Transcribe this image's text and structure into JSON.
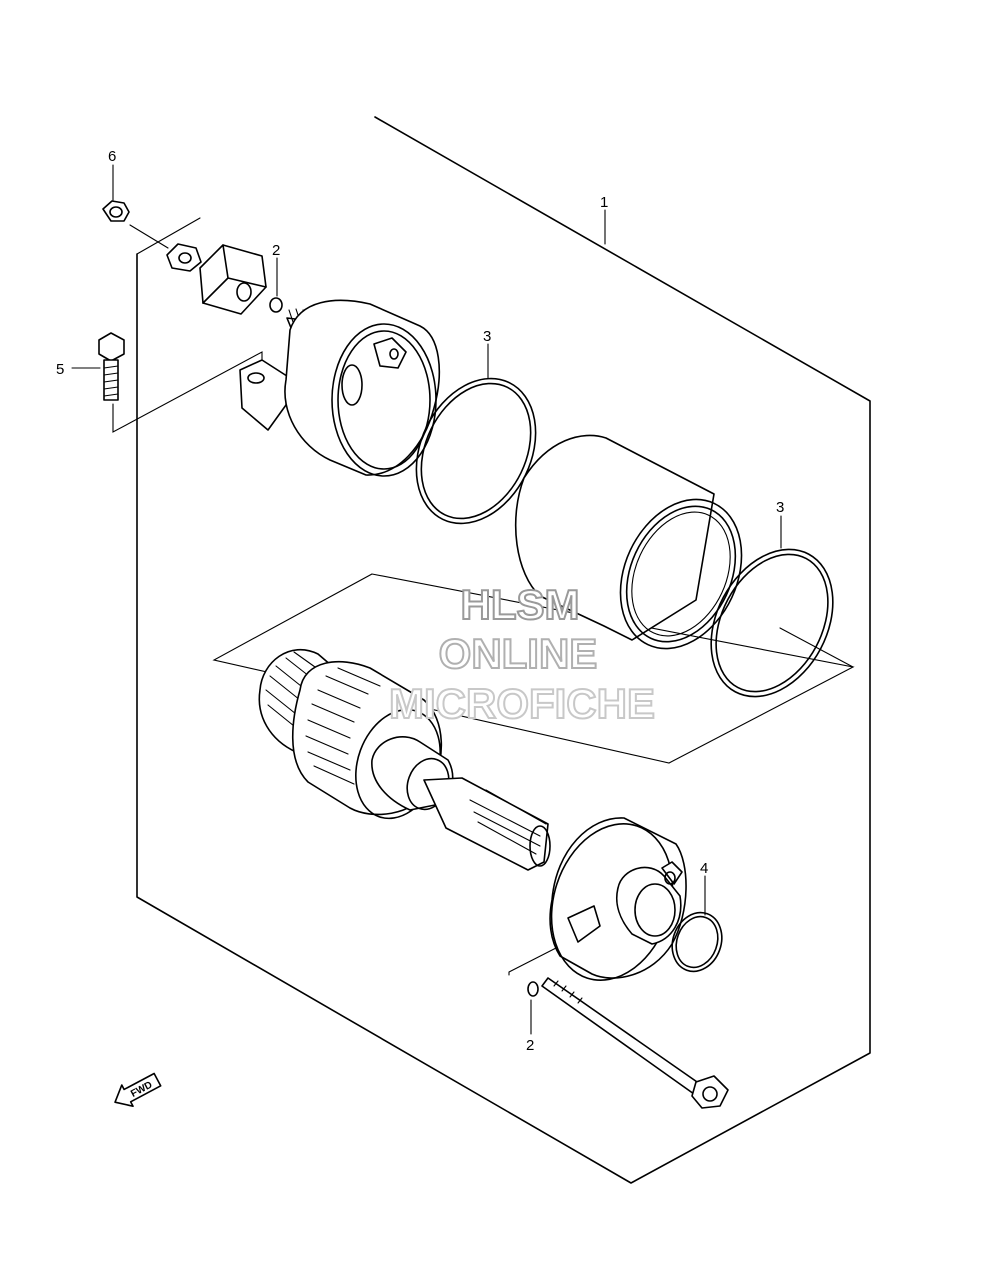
{
  "diagram": {
    "callouts": {
      "c1": "1",
      "c2a": "2",
      "c2b": "2",
      "c3a": "3",
      "c3b": "3",
      "c4": "4",
      "c5": "5",
      "c6": "6"
    },
    "watermark": {
      "line1": "HLSM",
      "line2": "ONLINE",
      "line3": "MICROFICHE",
      "colors": [
        "#9a9a9a",
        "#b0b0b0",
        "#c8c8c8"
      ]
    },
    "direction_marker": "FWD"
  }
}
